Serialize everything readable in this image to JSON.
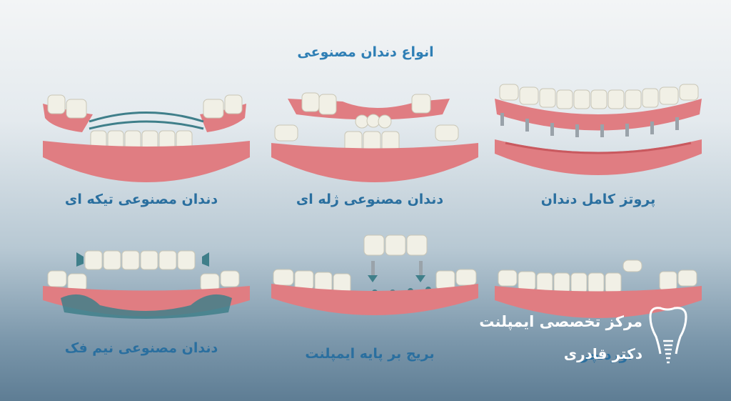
{
  "title": "انواع دندان مصنوعی",
  "panels": [
    {
      "caption": "پروتز کامل دندان"
    },
    {
      "caption": "دندان مصنوعی ژله ای"
    },
    {
      "caption": "دندان مصنوعی تیکه ای"
    },
    {
      "caption": "اوردنچر"
    },
    {
      "caption": "بریج بر پایه ایمپلنت"
    },
    {
      "caption": "دندان مصنوعی نیم فک"
    }
  ],
  "watermark": {
    "center_name": "مرکز تخصصی ایمپلنت",
    "doctor_name": "دکتر قادری",
    "logo_icon": "tooth-implant-logo-icon"
  },
  "colors": {
    "title": "#2f7fb5",
    "caption": "#2a6f9f",
    "gum": "#e07d82",
    "tooth": "#f1f0e6",
    "clasp": "#3f7f8a",
    "implant": "#9aa3aa"
  }
}
